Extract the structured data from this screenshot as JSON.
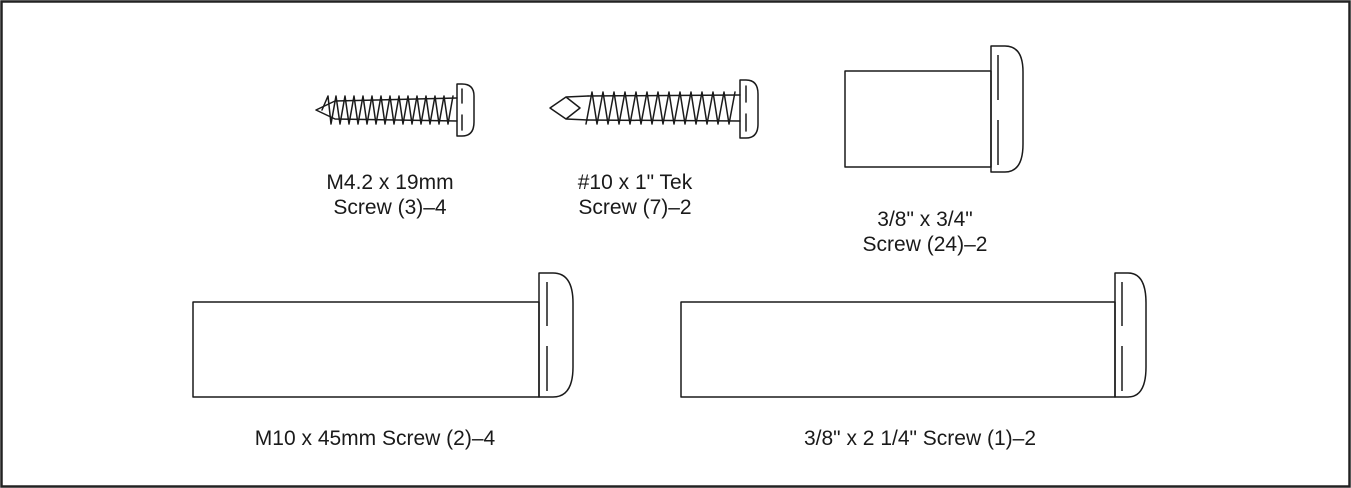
{
  "parts": [
    {
      "id": "m42",
      "name": "M4.2 x 19mm screw",
      "line1": "M4.2 x 19mm",
      "line2": "Screw (3)–4",
      "head_icon": "pan-head-icon",
      "body_style": "threaded",
      "tip_style": "pointed"
    },
    {
      "id": "tek",
      "name": "#10 x 1\" Tek screw",
      "line1": "#10 x 1\" Tek",
      "line2": "Screw (7)–2",
      "head_icon": "pan-head-icon",
      "body_style": "threaded",
      "tip_style": "drill"
    },
    {
      "id": "38x34",
      "name": "3/8\" x 3/4\" screw",
      "line1": "3/8\" x 3/4\"",
      "line2": "Screw (24)–2",
      "head_icon": "pan-head-icon",
      "body_style": "smooth",
      "tip_style": "flat"
    },
    {
      "id": "m10",
      "name": "M10 x 45mm screw",
      "line1": "M10 x 45mm Screw (2)–4",
      "line2": "",
      "head_icon": "pan-head-icon",
      "body_style": "smooth",
      "tip_style": "flat"
    },
    {
      "id": "38x214",
      "name": "3/8\" x 2 1/4\" screw",
      "line1": "3/8\" x 2 1/4\" Screw (1)–2",
      "line2": "",
      "head_icon": "pan-head-icon",
      "body_style": "smooth",
      "tip_style": "flat"
    }
  ],
  "colors": {
    "ink": "#1a1a1a",
    "background": "#ffffff",
    "border": "#222222"
  }
}
